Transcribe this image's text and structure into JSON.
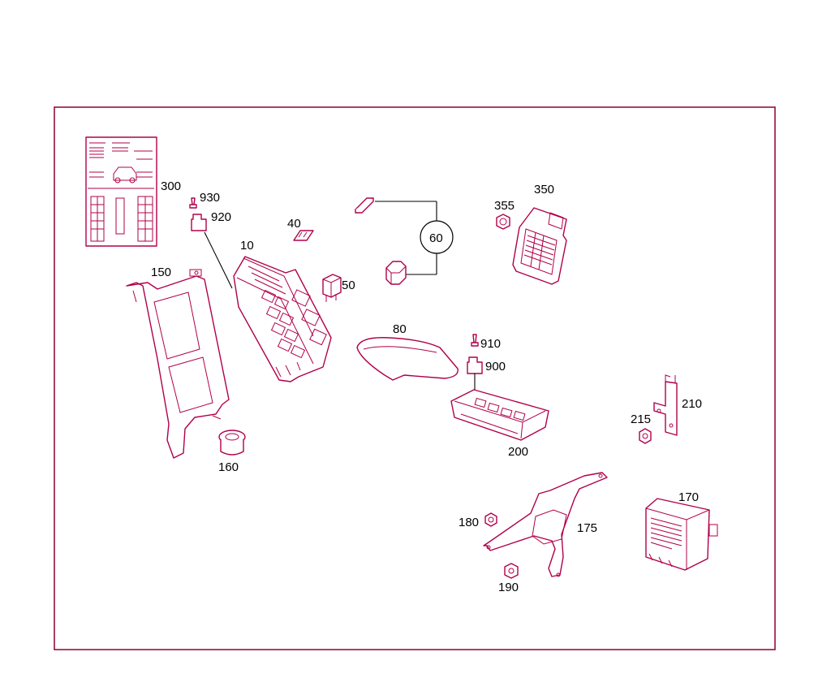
{
  "colors": {
    "frame": "#8a0032",
    "part_outline": "#b0004a",
    "text": "#000000",
    "background": "#ffffff"
  },
  "callouts": [
    {
      "id": "10",
      "text": "10"
    },
    {
      "id": "40",
      "text": "40"
    },
    {
      "id": "50",
      "text": "50"
    },
    {
      "id": "60",
      "text": "60"
    },
    {
      "id": "80",
      "text": "80"
    },
    {
      "id": "150",
      "text": "150"
    },
    {
      "id": "160",
      "text": "160"
    },
    {
      "id": "170",
      "text": "170"
    },
    {
      "id": "175",
      "text": "175"
    },
    {
      "id": "180",
      "text": "180"
    },
    {
      "id": "190",
      "text": "190"
    },
    {
      "id": "200",
      "text": "200"
    },
    {
      "id": "210",
      "text": "210"
    },
    {
      "id": "215",
      "text": "215"
    },
    {
      "id": "300",
      "text": "300"
    },
    {
      "id": "350",
      "text": "350"
    },
    {
      "id": "355",
      "text": "355"
    },
    {
      "id": "900",
      "text": "900"
    },
    {
      "id": "910",
      "text": "910"
    },
    {
      "id": "920",
      "text": "920"
    },
    {
      "id": "930",
      "text": "930"
    }
  ]
}
